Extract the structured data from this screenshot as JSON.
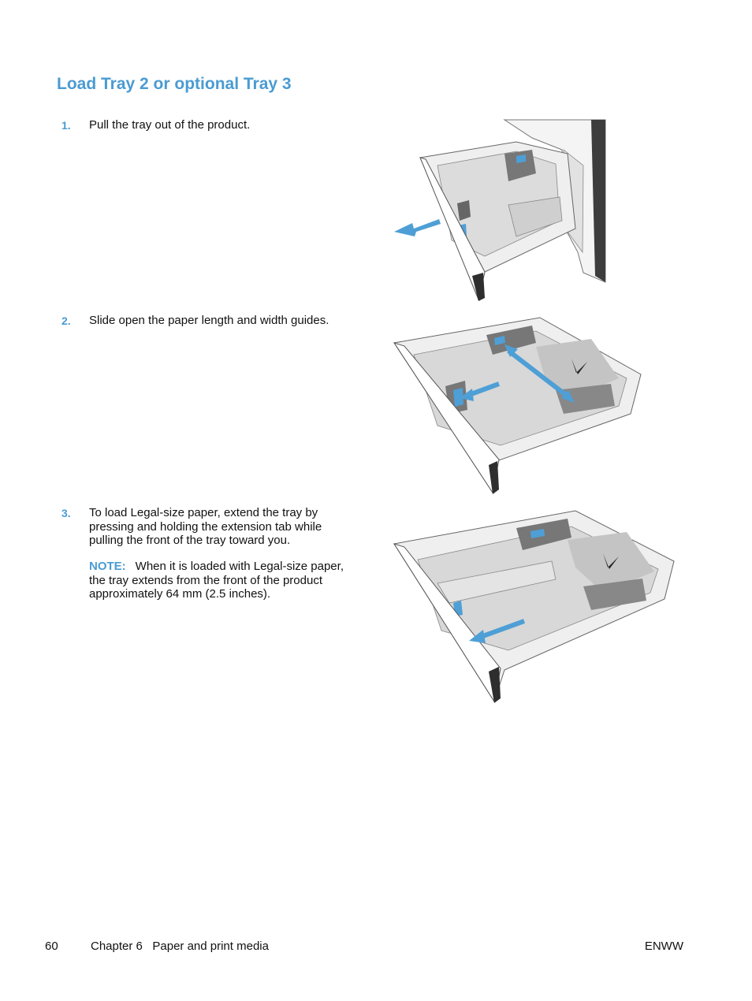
{
  "title": "Load Tray 2 or optional Tray 3",
  "steps": [
    {
      "number": "1.",
      "text": "Pull the tray out of the product."
    },
    {
      "number": "2.",
      "text": "Slide open the paper length and width guides."
    },
    {
      "number": "3.",
      "text": "To load Legal-size paper, extend the tray by pressing and holding the extension tab while pulling the front of the tray toward you."
    }
  ],
  "note": {
    "label": "NOTE:",
    "text": "When it is loaded with Legal-size paper, the tray extends from the front of the product approximately 64 mm (2.5 inches)."
  },
  "footer": {
    "page_number": "60",
    "chapter": "Chapter 6   Paper and print media",
    "brand": "ENWW"
  },
  "colors": {
    "accent": "#4a9bd2",
    "arrow": "#4e9fd6",
    "tray_dark": "#3a3a3a"
  }
}
